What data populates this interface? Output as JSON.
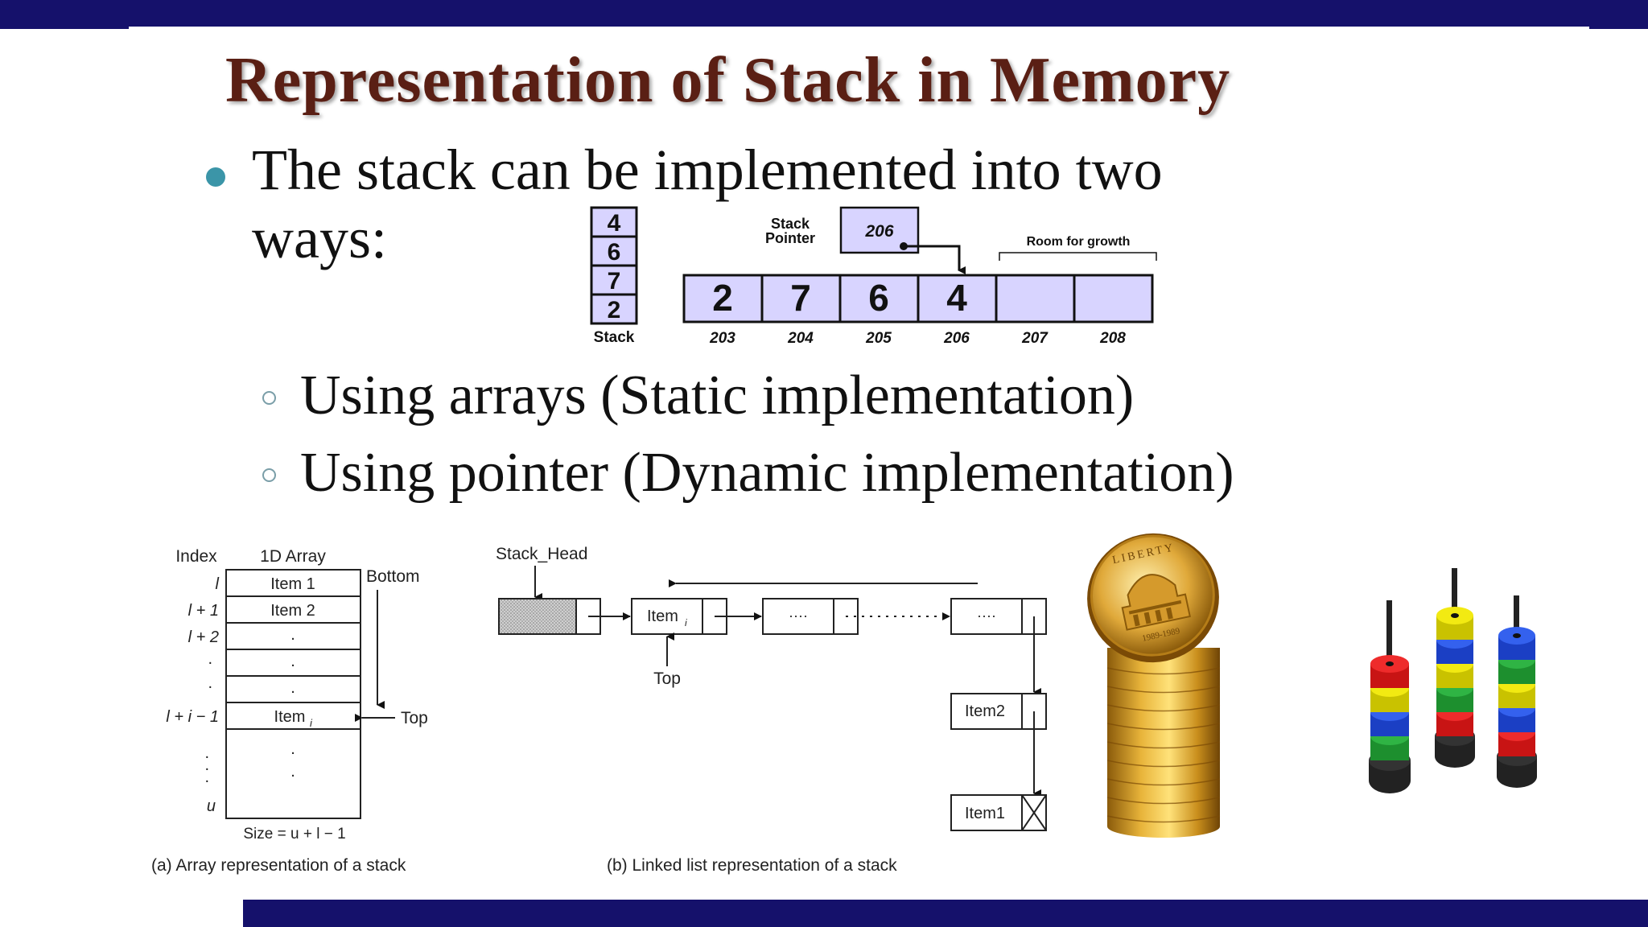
{
  "slide": {
    "title": "Representation of Stack in Memory",
    "bullet": {
      "line1": "The stack can be implemented into two",
      "line2": "ways:"
    },
    "sub_bullets": [
      "Using arrays (Static implementation)",
      "Using pointer (Dynamic implementation)"
    ]
  },
  "diagram_top": {
    "vertical_stack": [
      "4",
      "6",
      "7",
      "2"
    ],
    "stack_label": "Stack",
    "stack_pointer_label": [
      "Stack",
      "Pointer"
    ],
    "stack_pointer_value": "206",
    "room_label": "Room for growth",
    "array_values": [
      "2",
      "7",
      "6",
      "4",
      "",
      ""
    ],
    "addresses": [
      "203",
      "204",
      "205",
      "206",
      "207",
      "208"
    ],
    "colors": {
      "cell_fill": "#d8d4ff",
      "cell_border": "#111111"
    }
  },
  "diagram_array": {
    "index_header": "Index",
    "array_header": "1D Array",
    "bottom_label": "Bottom",
    "top_label": "Top",
    "indices": [
      "l",
      "l + 1",
      "l + 2",
      ".",
      ".",
      "l + i − 1",
      ".",
      ".",
      ".",
      "u"
    ],
    "items": [
      "Item 1",
      "Item 2",
      ".",
      ".",
      ".",
      "Item",
      ".",
      "."
    ],
    "item_sub": "i",
    "size_label": "Size = u + l − 1",
    "caption": "(a) Array representation of a stack"
  },
  "diagram_linked": {
    "head_label": "Stack_Head",
    "node1": "Item",
    "node1_sub": "i",
    "dots": "····",
    "top_label": "Top",
    "item2": "Item2",
    "item1": "Item1",
    "caption": "(b) Linked list representation of a stack"
  },
  "photos": {
    "coin_year": "1989-1989",
    "coin_text": "LIBERTY"
  }
}
